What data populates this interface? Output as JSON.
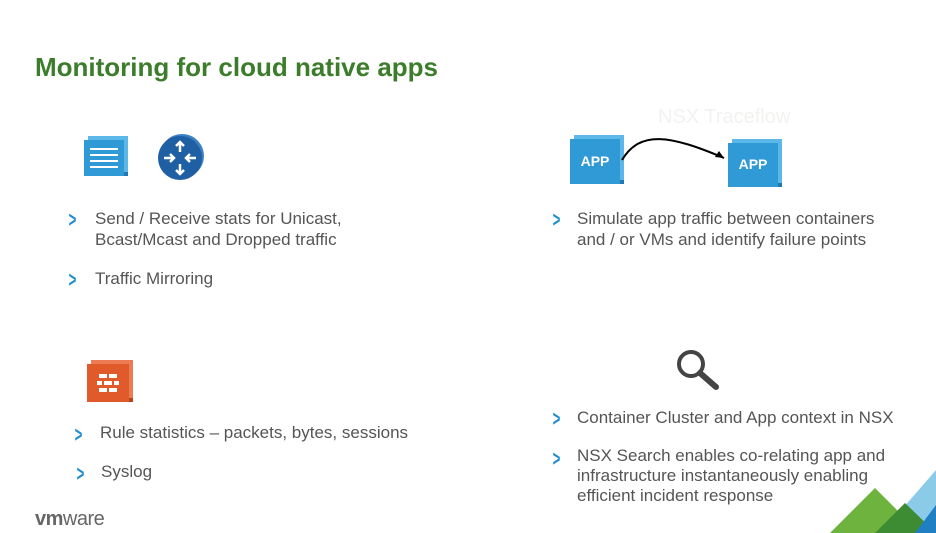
{
  "title": "Monitoring for cloud native apps",
  "diagram": {
    "label": "NSX Traceflow",
    "app_left": "APP",
    "app_right": "APP"
  },
  "q1": {
    "bullets": [
      "Send / Receive stats for Unicast,\nBcast/Mcast and Dropped traffic",
      "Traffic Mirroring"
    ]
  },
  "q2": {
    "bullets": [
      "Simulate app traffic between containers\nand / or VMs and identify failure points"
    ]
  },
  "q3": {
    "bullets": [
      "Rule statistics – packets, bytes, sessions",
      "Syslog"
    ]
  },
  "q4": {
    "bullets": [
      "Container Cluster and App context in NSX",
      "NSX Search enables co-relating app and\ninfrastructure instantaneously enabling\nefficient incident response"
    ]
  },
  "logo": "vmware",
  "colors": {
    "title": "#3b7d2a",
    "accent": "#1f8fcf",
    "firewall": "#e05a2b"
  }
}
